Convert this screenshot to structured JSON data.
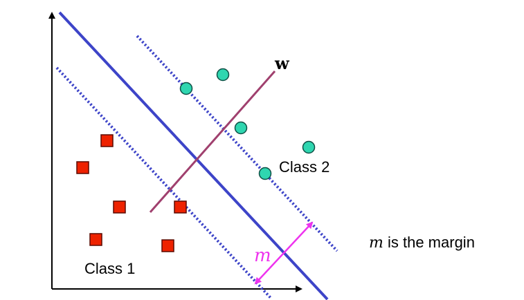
{
  "labels": {
    "class1": "Class 1",
    "class2": "Class 2",
    "weight_vector": "w",
    "margin_symbol": "m",
    "caption_var": "m",
    "caption_text": " is the margin"
  },
  "colors": {
    "hyperplane": "#3d44c8",
    "margin_lines": "#3d44c8",
    "weight_vector": "#a0406e",
    "margin_arrow": "#ee33ee",
    "class1_fill": "#ee2200",
    "class1_stroke": "#5a0a00",
    "class2_fill": "#2fd6b0",
    "class2_stroke": "#0f4f45",
    "axes": "#000000"
  },
  "icons": {
    "class1_marker": "red-square",
    "class2_marker": "teal-circle"
  }
}
